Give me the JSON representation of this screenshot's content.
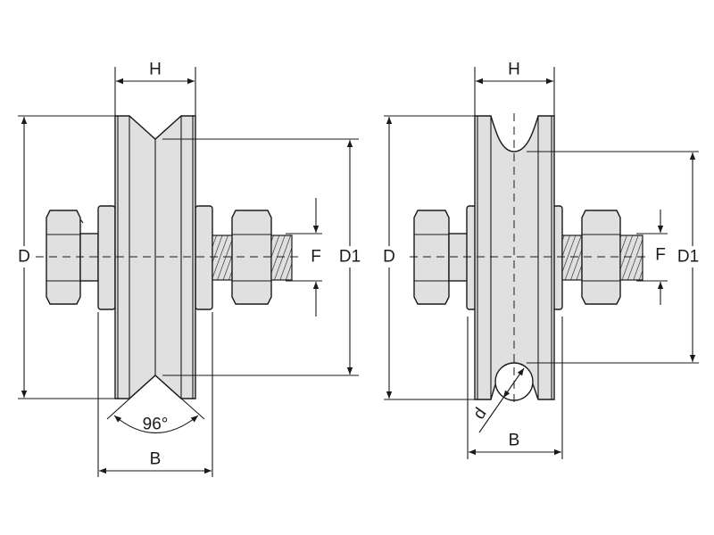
{
  "v_groove_wheel": {
    "label_H": "H",
    "label_D": "D",
    "label_D1": "D1",
    "label_F": "F",
    "label_B": "B",
    "label_angle": "96°"
  },
  "round_groove_wheel": {
    "label_H": "H",
    "label_D": "D",
    "label_D1": "D1",
    "label_F": "F",
    "label_B": "B",
    "label_d": "d"
  },
  "colors": {
    "part_fill": "#e0e0e0",
    "line": "#1a1a1a"
  }
}
